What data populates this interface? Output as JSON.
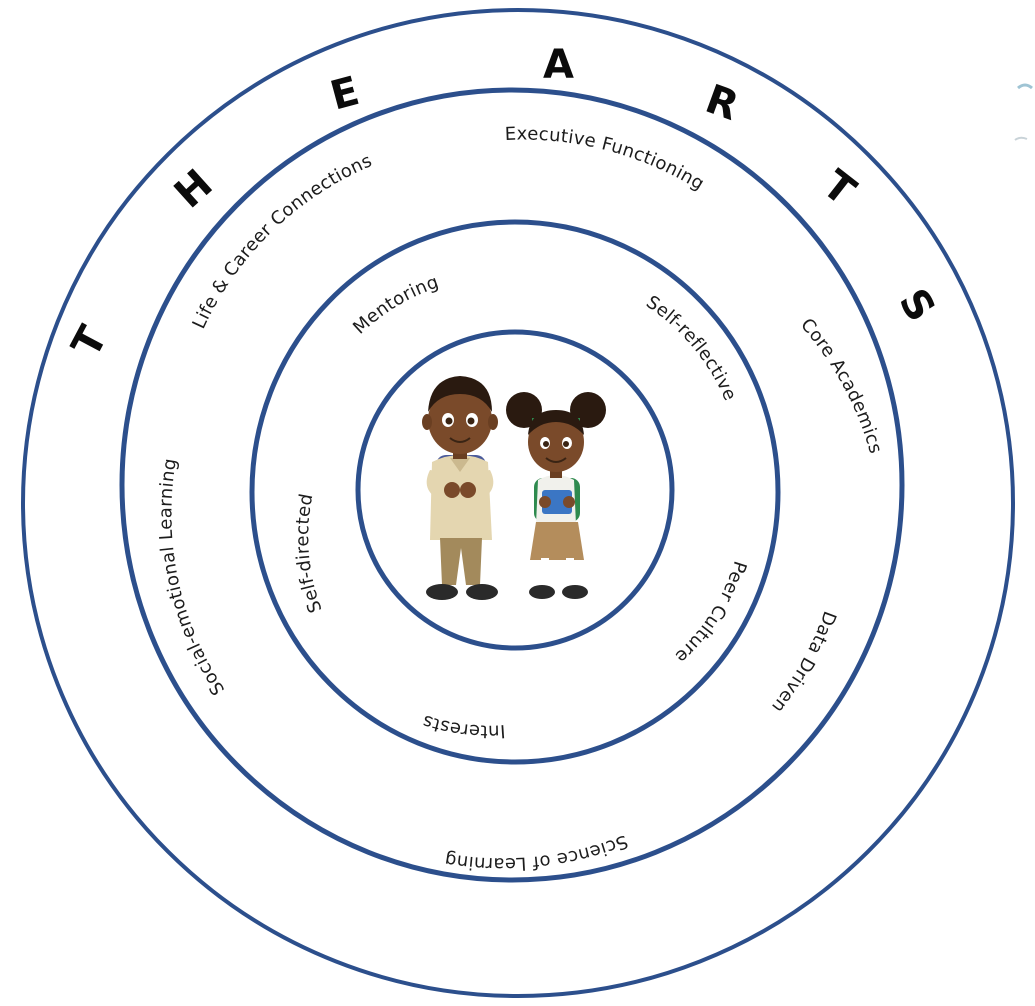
{
  "title_letters": [
    "T",
    "H",
    "E",
    "A",
    "R",
    "T",
    "S"
  ],
  "outer_ring_labels": [
    "Life & Career Connections",
    "Executive Functioning",
    "Core Academics",
    "Data Driven",
    "Science of Learning",
    "Social-emotional Learning"
  ],
  "inner_ring_labels": [
    "Mentoring",
    "Self-reflective",
    "Peer Culture",
    "Interests",
    "Self-directed"
  ],
  "center_illustration": "two-students-icon",
  "colors": {
    "ring_stroke": "#2c4f8c",
    "text": "#1c1c1c",
    "skin": "#7a4a2a",
    "boy_shirt": "#e4d6b0",
    "boy_pants": "#a38a5c",
    "girl_shirt": "#f1f1ec",
    "girl_skirt": "#b48d5c",
    "backpack": "#4a5a9a",
    "book": "#3b76c4",
    "accent_green": "#2e8a4e"
  }
}
